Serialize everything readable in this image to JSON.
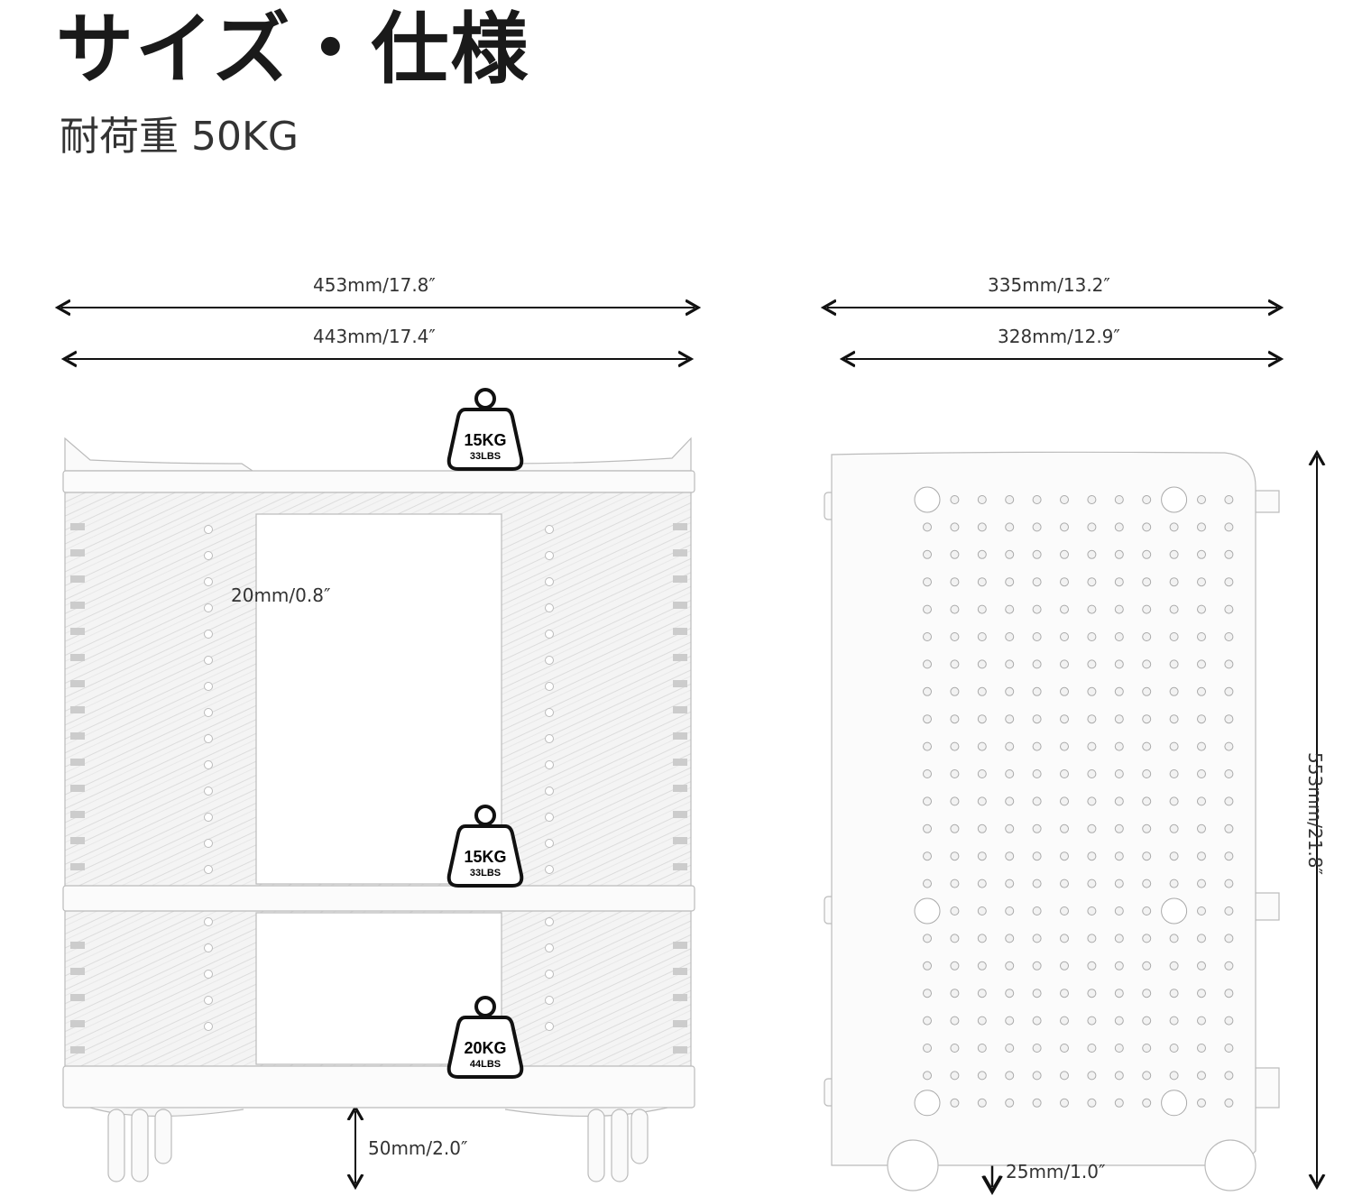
{
  "title": "サイズ・仕様",
  "load_capacity": "耐荷重 50KG",
  "front_view": {
    "outer_width": "453mm/17.8″",
    "inner_width": "443mm/17.4″",
    "hole_pitch": "20mm/0.8″",
    "ground_clearance": "50mm/2.0″",
    "weights": [
      {
        "kg": "15KG",
        "lbs": "33LBS"
      },
      {
        "kg": "15KG",
        "lbs": "33LBS"
      },
      {
        "kg": "20KG",
        "lbs": "44LBS"
      }
    ]
  },
  "side_view": {
    "outer_depth": "335mm/13.2″",
    "inner_depth": "328mm/12.9″",
    "height": "553mm/21.8″",
    "ground_clearance": "25mm/1.0″"
  }
}
